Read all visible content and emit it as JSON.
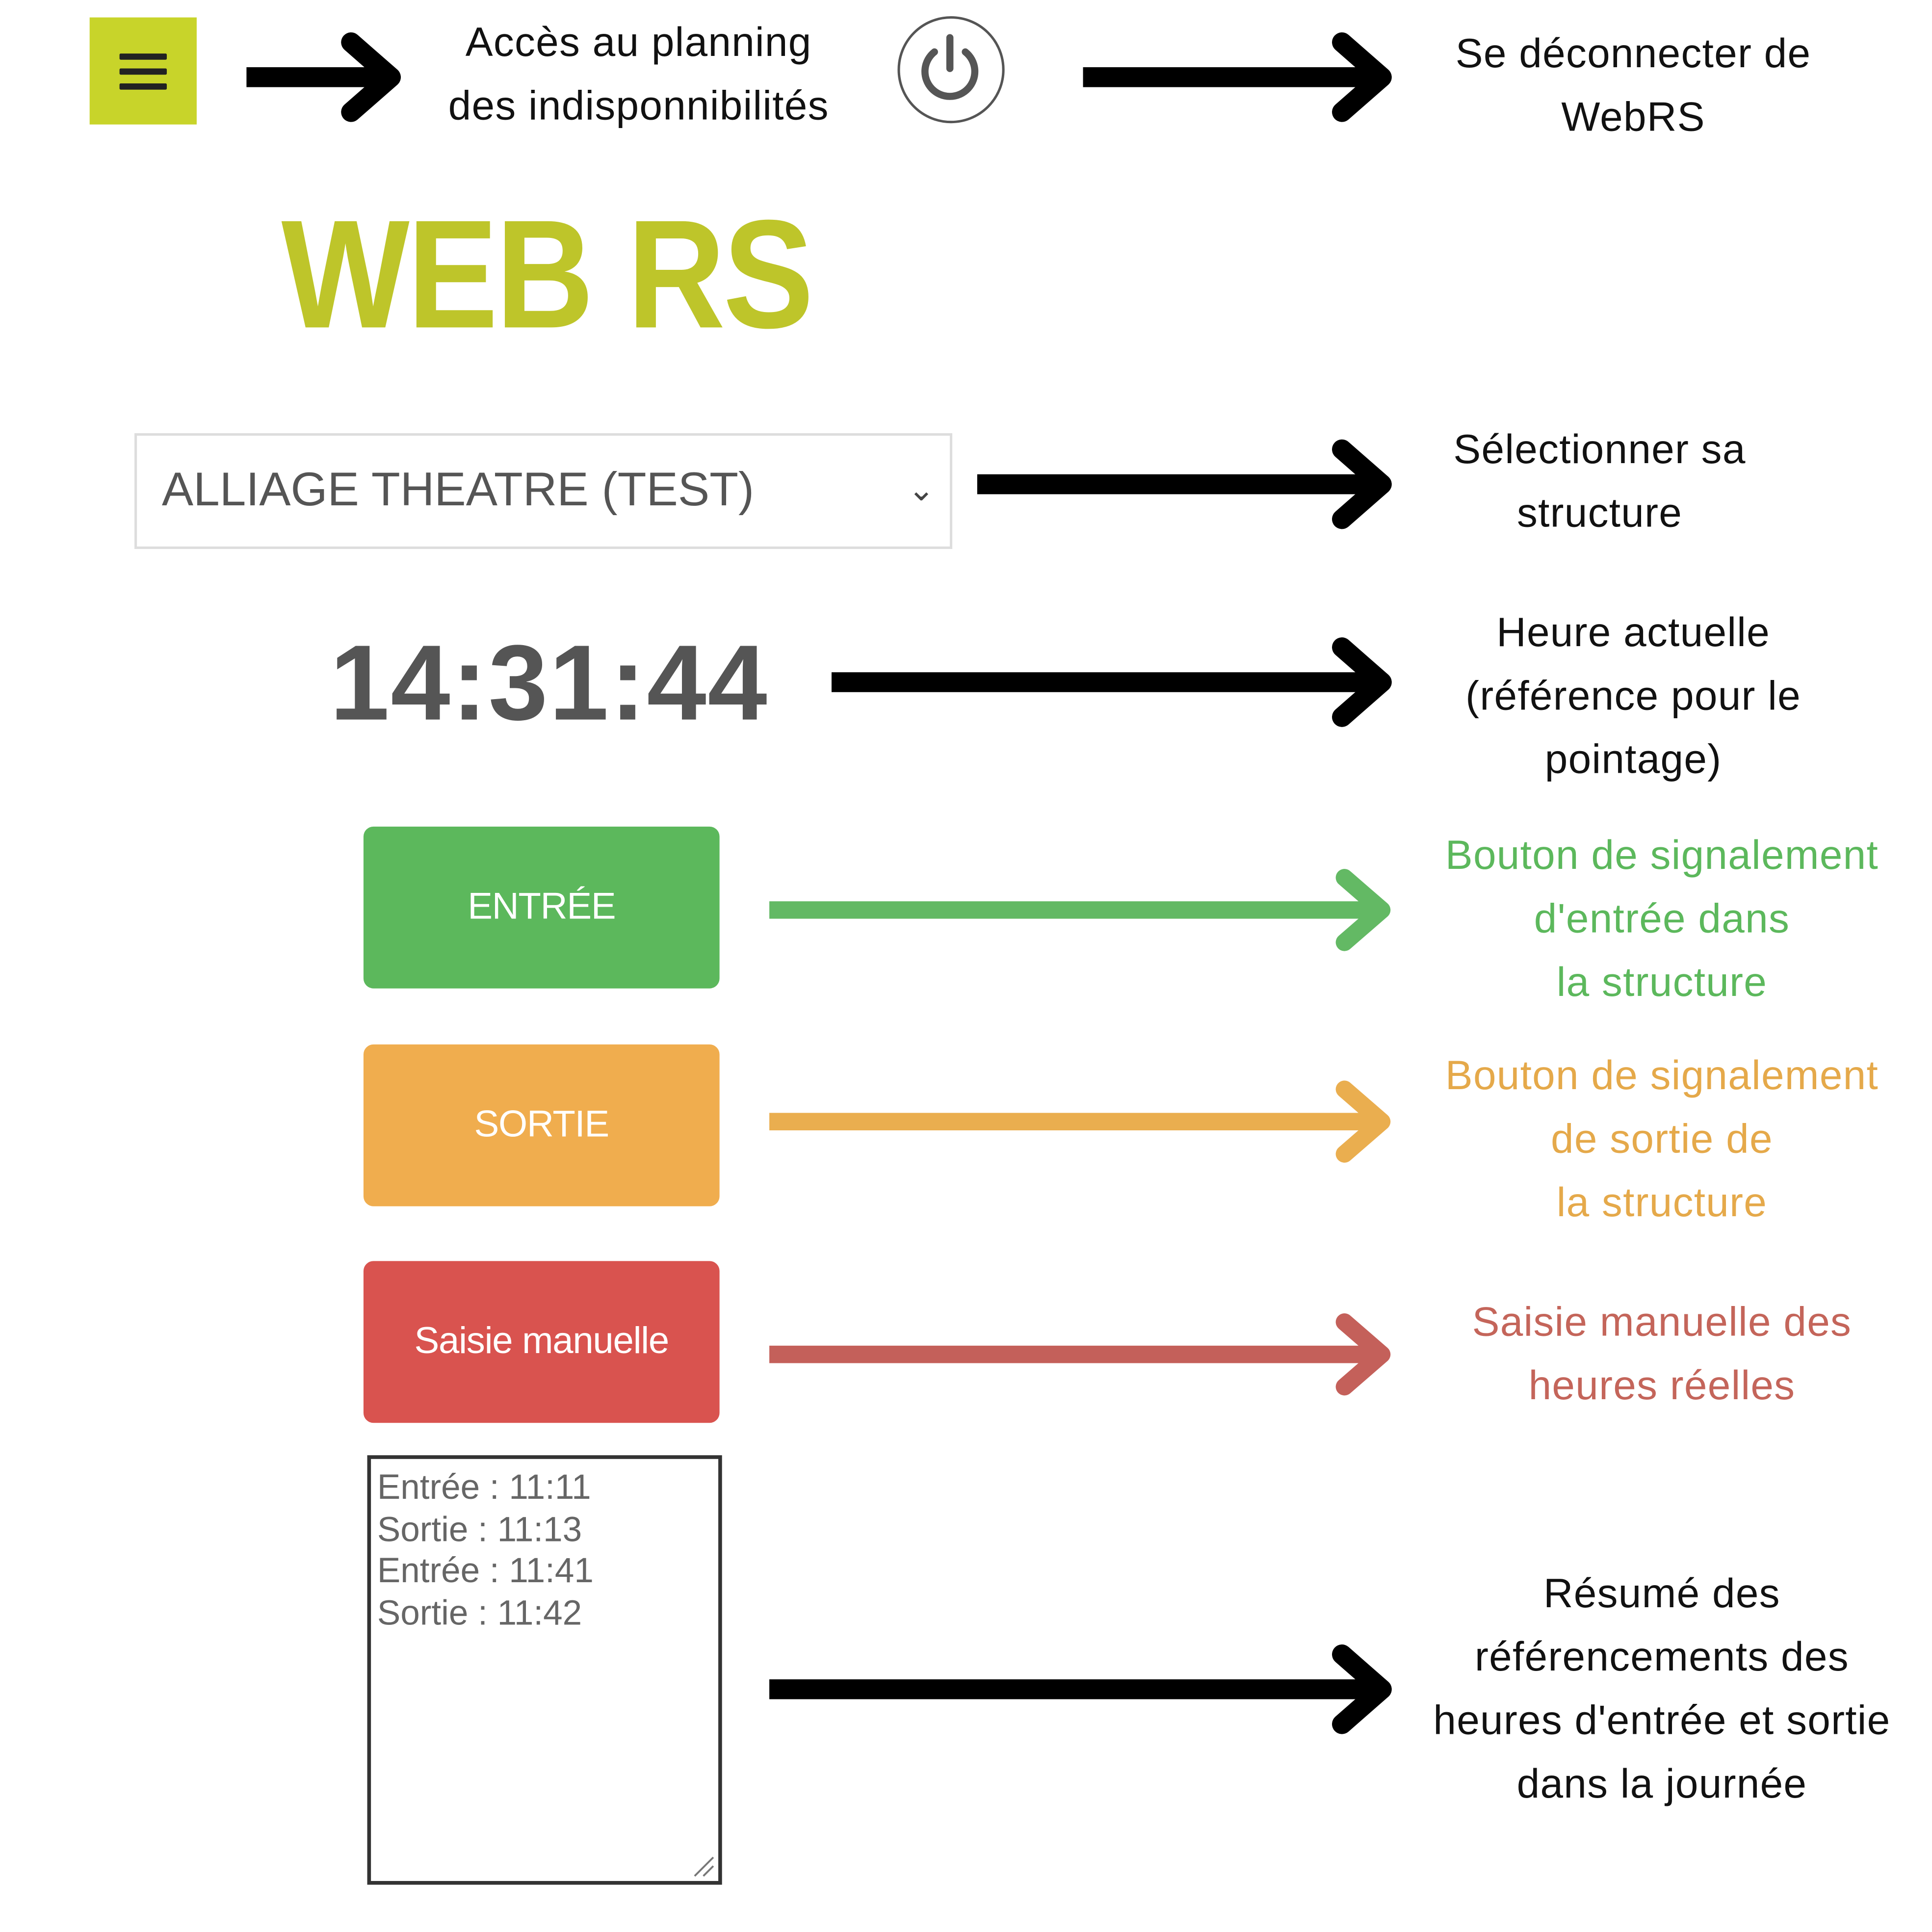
{
  "app": {
    "logo": "WEB RS",
    "menu_icon": "hamburger-icon",
    "power_icon": "power-icon",
    "structure_select": {
      "selected": "ALLIAGE THEATRE (TEST)"
    },
    "clock": "14:31:44",
    "buttons": {
      "entry": {
        "label": "ENTRÉE",
        "color": "#5cb85c"
      },
      "exit": {
        "label": "SORTIE",
        "color": "#f0ad4e"
      },
      "manual": {
        "label": "Saisie manuelle",
        "color": "#d9534f"
      }
    },
    "summary": [
      "Entrée : 11:11",
      "Sortie : 11:13",
      "Entrée : 11:41",
      "Sortie : 11:42"
    ]
  },
  "annotations": {
    "menu": [
      "Accès au planning",
      "des indisponnibilités"
    ],
    "logout": [
      "Se déconnecter de",
      "WebRS"
    ],
    "structure": [
      "Sélectionner sa",
      "structure"
    ],
    "clock": [
      "Heure actuelle",
      "(référence pour le",
      "pointage)"
    ],
    "entry": [
      "Bouton de signalement",
      "d'entrée dans",
      "la structure"
    ],
    "exit": [
      "Bouton de signalement",
      "de sortie de",
      "la structure"
    ],
    "manual": [
      "Saisie manuelle des",
      "heures réelles"
    ],
    "summary": [
      "Résumé des",
      "référencements des",
      "heures d'entrée et sortie",
      "dans la journée"
    ]
  },
  "colors": {
    "entry_note": "#5cb85c",
    "exit_note": "#e5a94a",
    "manual_note": "#c4655a",
    "brand": "#c8d42a"
  }
}
